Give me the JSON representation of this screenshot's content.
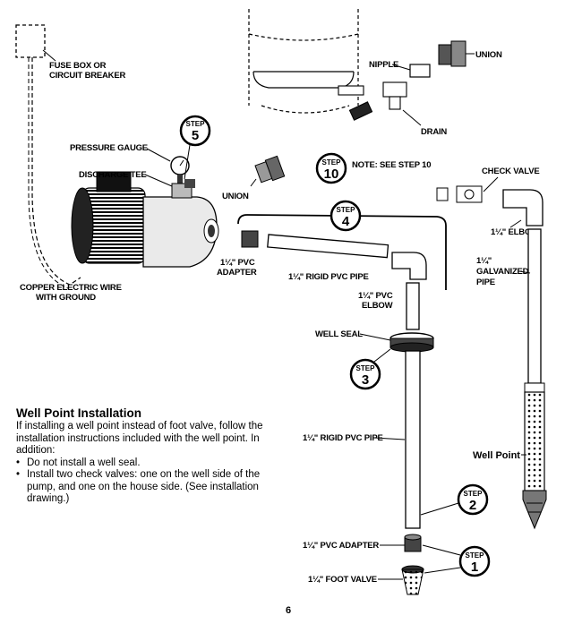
{
  "labels": {
    "fuse_box": [
      "FUSE BOX OR",
      "CIRCUIT BREAKER"
    ],
    "nipple": "NIPPLE",
    "union_top": "UNION",
    "drain": "DRAIN",
    "pressure_gauge": "PRESSURE GAUGE",
    "discharge_tee": "DISCHARGE TEE",
    "union_mid": "UNION",
    "note": "NOTE: SEE STEP 10",
    "check_valve": "CHECK VALVE",
    "elbow_right": "1¼\" ELBOW",
    "pvc_adapter_top": [
      "1¼\" PVC",
      "ADAPTER"
    ],
    "rigid_pipe_top": "1¼\" RIGID PVC PIPE",
    "pvc_elbow": [
      "1¼\" PVC",
      "ELBOW"
    ],
    "galvanized": [
      "1¼\"",
      "GALVANIZED",
      "PIPE"
    ],
    "copper_wire": [
      "COPPER ELECTRIC WIRE",
      "WITH GROUND"
    ],
    "well_seal": "WELL SEAL",
    "rigid_pipe_bottom": "1¼\" RIGID PVC PIPE",
    "well_point": "Well Point",
    "pvc_adapter_bottom": "1¼\" PVC ADAPTER",
    "foot_valve": "1¼\" FOOT VALVE"
  },
  "steps": {
    "word": "STEP",
    "s1": "1",
    "s2": "2",
    "s3": "3",
    "s4": "4",
    "s5": "5",
    "s10": "10"
  },
  "well_point_installation": {
    "title": "Well Point Installation",
    "intro": "If installing a well point instead of foot valve, follow the installation instructions included with the well point. In addition:",
    "bullets": [
      "Do not install a well seal.",
      "Install two check valves: one on the well side of the pump, and one on the house side. (See installation drawing.)"
    ]
  },
  "page_number": "6"
}
